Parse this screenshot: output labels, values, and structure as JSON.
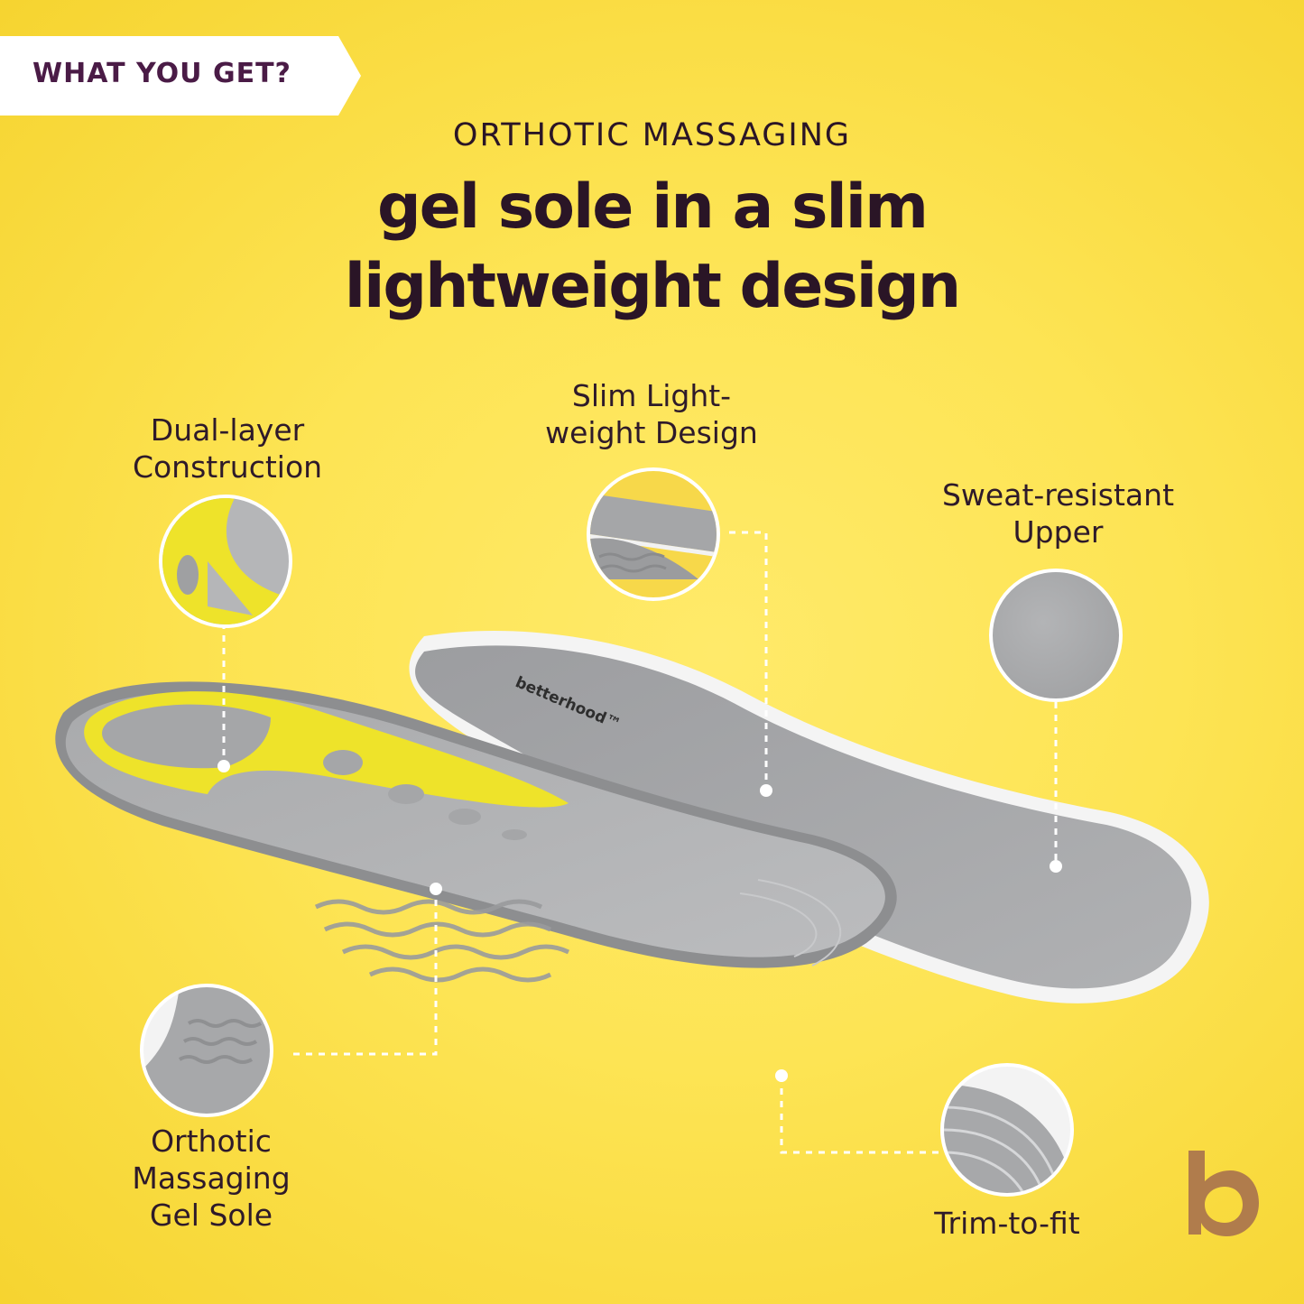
{
  "badge": {
    "text": "WHAT YOU GET?"
  },
  "heading": {
    "kicker": "ORTHOTIC MASSAGING",
    "line1": "gel sole in a slim",
    "line2": "lightweight design"
  },
  "features": {
    "dual_layer": [
      "Dual-layer",
      "Construction"
    ],
    "slim": [
      "Slim Light-",
      "weight Design"
    ],
    "sweat": [
      "Sweat-resistant",
      "Upper"
    ],
    "gel": [
      "Orthotic",
      "Massaging",
      "Gel Sole"
    ],
    "trim": [
      "Trim-to-fit"
    ]
  },
  "product": {
    "brand_print": "betterhood™"
  },
  "colors": {
    "background": "#fde454",
    "text_dark": "#2a1526",
    "badge_text": "#4a1b46",
    "insole_gray": "#a3a4a6",
    "gel_yellow": "#eee32a",
    "brand_bronze": "#b07c4c"
  }
}
